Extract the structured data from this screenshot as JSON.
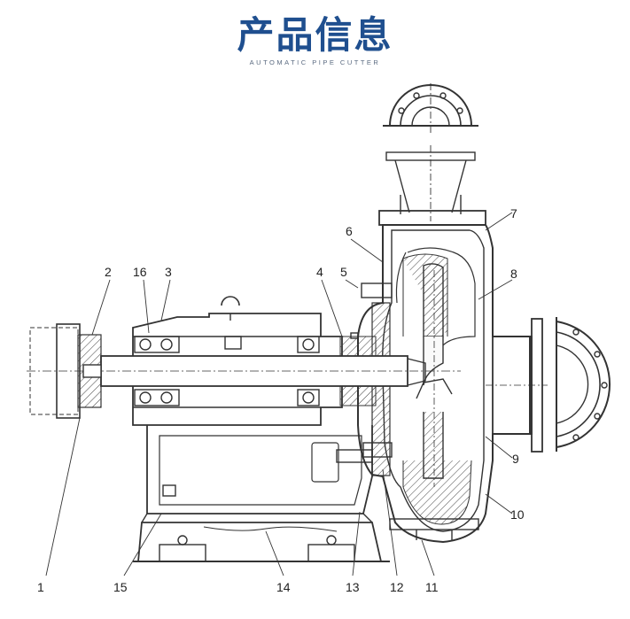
{
  "header": {
    "title": "产品信息",
    "subtitle": "AUTOMATIC PIPE CUTTER"
  },
  "diagram": {
    "callouts": [
      "1",
      "2",
      "3",
      "4",
      "5",
      "6",
      "7",
      "8",
      "9",
      "10",
      "11",
      "12",
      "13",
      "14",
      "15",
      "16"
    ]
  }
}
